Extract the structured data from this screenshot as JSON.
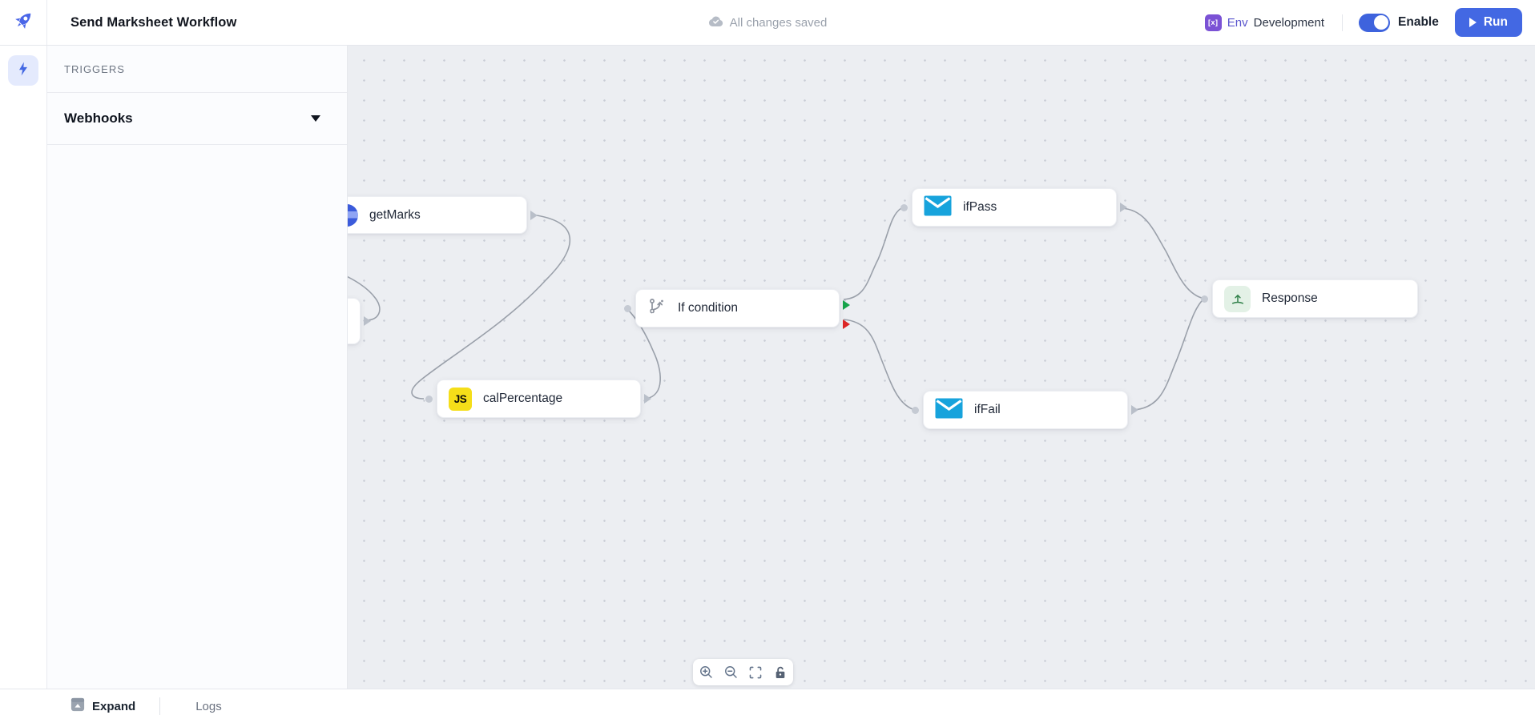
{
  "header": {
    "title": "Send Marksheet Workflow",
    "save_status": "All changes saved",
    "env_badge_text": "[x]",
    "env_label": "Env",
    "env_value": "Development",
    "enable_label": "Enable",
    "run_label": "Run"
  },
  "sidebar": {
    "section_title": "TRIGGERS",
    "items": [
      {
        "label": "Webhooks",
        "collapsed": true
      }
    ]
  },
  "canvas": {
    "nodes": [
      {
        "label": "getMarks",
        "icon": "database-icon"
      },
      {
        "label": "calPercentage",
        "icon": "javascript-icon",
        "icon_text": "JS"
      },
      {
        "label": "If condition",
        "icon": "branch-icon",
        "outputs": [
          "true",
          "false"
        ]
      },
      {
        "label": "ifPass",
        "icon": "mail-icon"
      },
      {
        "label": "ifFail",
        "icon": "mail-icon"
      },
      {
        "label": "Response",
        "icon": "response-icon"
      }
    ],
    "edges": [
      {
        "from": "getMarks",
        "to": "calPercentage"
      },
      {
        "from": "calPercentage",
        "to": "If condition"
      },
      {
        "from": "If condition",
        "branch": "true",
        "to": "ifPass"
      },
      {
        "from": "If condition",
        "branch": "false",
        "to": "ifFail"
      },
      {
        "from": "ifPass",
        "to": "Response"
      },
      {
        "from": "ifFail",
        "to": "Response"
      }
    ],
    "controls": [
      "zoom-in",
      "zoom-out",
      "fit-view",
      "lock"
    ]
  },
  "footer": {
    "expand_label": "Expand",
    "logs_label": "Logs"
  },
  "colors": {
    "accent": "#4368e3",
    "toggle_on": "#3e63dd",
    "true_handle": "#16a34a",
    "false_handle": "#dc2626",
    "mail_icon": "#17a3dc",
    "js_icon_bg": "#f5de19",
    "env_badge_bg": "#7b52d5"
  }
}
